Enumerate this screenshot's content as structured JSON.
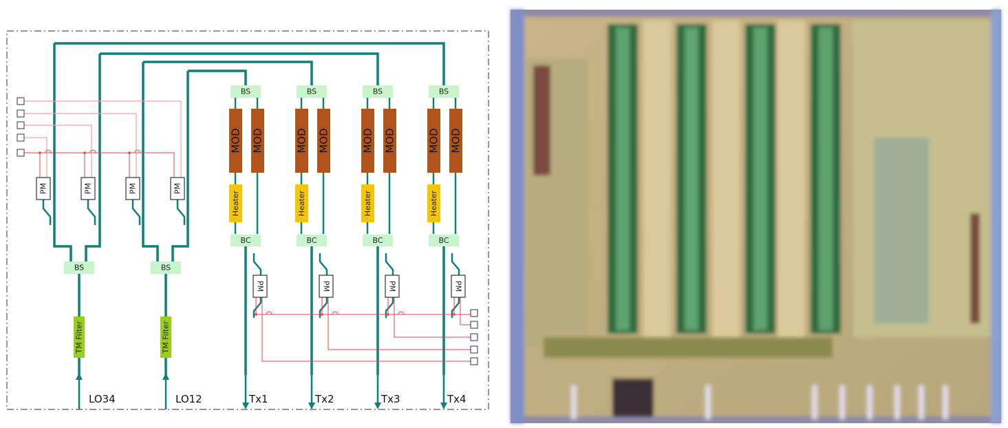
{
  "labels": {
    "bs": "BS",
    "mod": "MOD",
    "heater": "Heater",
    "bc": "BC",
    "pm": "PM",
    "tm_filter": "TM Filter"
  },
  "inputs": [
    "LO34",
    "LO12"
  ],
  "outputs": [
    "Tx1",
    "Tx2",
    "Tx3",
    "Tx4"
  ],
  "colors": {
    "waveguide": "#0f7f7a",
    "splitter": "#c8f5cc",
    "modulator": "#b0531c",
    "heater": "#f7c600",
    "tm_filter": "#9acd1c",
    "electrical": "#e8404a"
  }
}
